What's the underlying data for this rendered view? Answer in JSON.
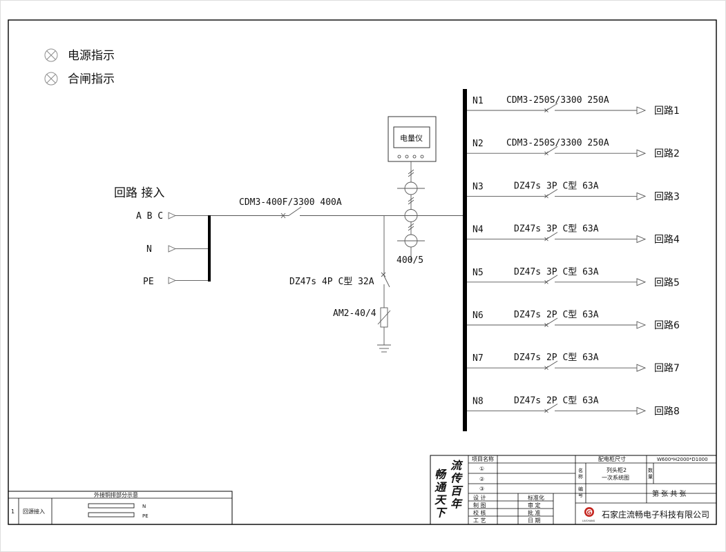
{
  "legend": {
    "power_indicator": "电源指示",
    "closing_indicator": "合闸指示"
  },
  "incoming": {
    "title": "回路 接入",
    "phase_abc": "A B C",
    "neutral": "N",
    "ground": "PE",
    "main_breaker": "CDM3-400F/3300 400A",
    "meter": "电量仪",
    "ct_ratio": "400/5",
    "spd_breaker": "DZ47s 4P C型 32A",
    "spd": "AM2-40/4"
  },
  "circuits": [
    {
      "id": "N1",
      "breaker": "CDM3-250S/3300 250A",
      "name": "回路1"
    },
    {
      "id": "N2",
      "breaker": "CDM3-250S/3300 250A",
      "name": "回路2"
    },
    {
      "id": "N3",
      "breaker": "DZ47s 3P C型 63A",
      "name": "回路3"
    },
    {
      "id": "N4",
      "breaker": "DZ47s 3P C型 63A",
      "name": "回路4"
    },
    {
      "id": "N5",
      "breaker": "DZ47s 3P C型 63A",
      "name": "回路5"
    },
    {
      "id": "N6",
      "breaker": "DZ47s 2P C型 63A",
      "name": "回路6"
    },
    {
      "id": "N7",
      "breaker": "DZ47s 2P C型 63A",
      "name": "回路7"
    },
    {
      "id": "N8",
      "breaker": "DZ47s 2P C型 63A",
      "name": "回路8"
    }
  ],
  "bus_table": {
    "title": "外接铜排部分示意",
    "row_no": "1",
    "row_label": "回源接入",
    "bar_n": "N",
    "bar_pe": "PE"
  },
  "title_block": {
    "slogan_col1": "畅通天下",
    "slogan_col2": "流传百年",
    "project_name_label": "项目名称",
    "circle1": "①",
    "circle2": "②",
    "circle3": "③",
    "design": "设  计",
    "drawing": "制  图",
    "proof": "校  核",
    "process": "工  艺",
    "standard": "标准化",
    "review": "审  定",
    "approve": "批  准",
    "date": "日  期",
    "cabinet_size_label": "配电柜尺寸",
    "cabinet_size": "W600*H2000*D1000",
    "name_label": "名称",
    "name_line1": "列头柜2",
    "name_line2": "一次系统图",
    "qty_label": "数量",
    "code_label": "编号",
    "sheet_info": "第  张 共  张",
    "company": "石家庄流畅电子科技有限公司",
    "logo_letter": "G",
    "logo_sub": "LIUCHANG"
  }
}
